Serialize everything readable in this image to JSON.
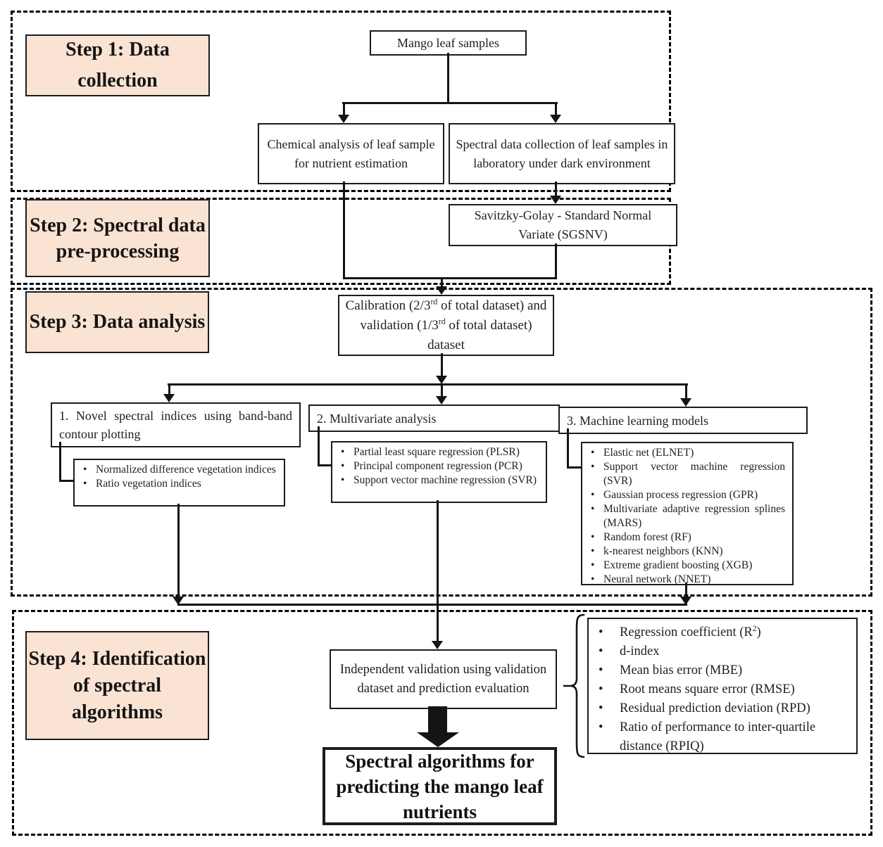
{
  "diagram": {
    "colors": {
      "label_fill": "#fae3d3",
      "line": "#141414"
    },
    "steps": [
      {
        "label": "Step 1: Data collection"
      },
      {
        "label": "Step 2: Spectral data pre-processing"
      },
      {
        "label": "Step 3: Data analysis"
      },
      {
        "label": "Step 4: Identification of spectral algorithms"
      }
    ],
    "step1": {
      "mango": "Mango leaf samples",
      "chemical": "Chemical analysis of leaf sample for nutrient estimation",
      "spectral": "Spectral data collection of leaf samples in laboratory under dark environment"
    },
    "step2": {
      "sgsnv": "Savitzky-Golay - Standard Normal Variate (SGSNV)"
    },
    "step3": {
      "calibration": {
        "seg1": "Calibration (2/3",
        "sup1": "rd",
        "seg2": " of total dataset) and validation (1/3",
        "sup2": "rd",
        "seg3": " of total dataset) dataset"
      },
      "branches": [
        {
          "title": "1. Novel spectral indices using band-band contour plotting",
          "items": [
            "Normalized difference vegetation indices",
            "Ratio vegetation indices"
          ]
        },
        {
          "title": "2. Multivariate analysis",
          "items": [
            "Partial least square regression (PLSR)",
            "Principal component regression (PCR)",
            "Support vector machine regression (SVR)"
          ]
        },
        {
          "title": "3. Machine learning models",
          "items": [
            "Elastic net (ELNET)",
            "Support vector machine regression (SVR)",
            "Gaussian process regression (GPR)",
            "Multivariate adaptive regression splines (MARS)",
            "Random forest (RF)",
            "k-nearest neighbors (KNN)",
            "Extreme gradient boosting (XGB)",
            "Neural network (NNET)"
          ]
        }
      ]
    },
    "step4": {
      "validation": "Independent validation using validation dataset and prediction evaluation",
      "metrics": {
        "r2": {
          "pre": "Regression coefficient (R",
          "sup": "2",
          "post": ")"
        },
        "items": [
          "d-index",
          "Mean bias error (MBE)",
          "Root means square error (RMSE)",
          "Residual prediction deviation (RPD)",
          "Ratio of performance to inter-quartile distance (RPIQ)"
        ]
      },
      "final": "Spectral algorithms for predicting the mango leaf nutrients"
    }
  }
}
